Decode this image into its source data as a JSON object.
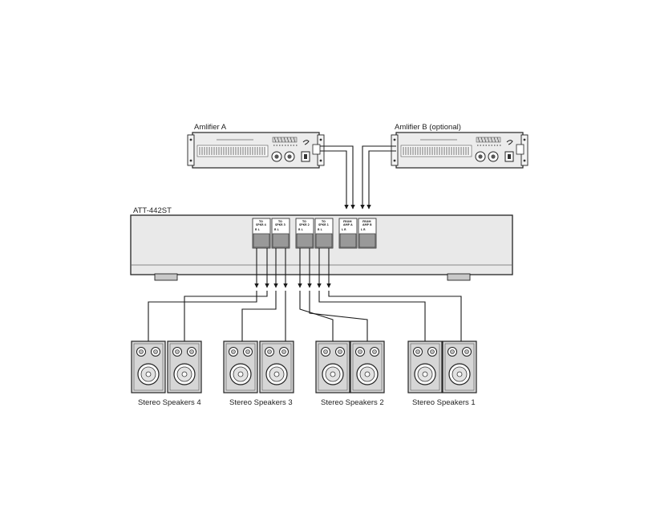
{
  "amplifiers": [
    {
      "label": "Amlifier A"
    },
    {
      "label": "Amlifier B (optional)"
    }
  ],
  "attenuator": {
    "label": "ATT-442ST",
    "terminal_groups": [
      {
        "top": "TO",
        "bottom": "SPKR 4",
        "pins": "R   L"
      },
      {
        "top": "TO",
        "bottom": "SPKR 3",
        "pins": "R   L"
      },
      {
        "top": "TO",
        "bottom": "SPKR 2",
        "pins": "R   L"
      },
      {
        "top": "TO",
        "bottom": "SPKR 1",
        "pins": "R   L"
      },
      {
        "top": "FROM",
        "bottom": "AMP A",
        "pins": "L   R"
      },
      {
        "top": "FROM",
        "bottom": "AMP B",
        "pins": "L   R"
      }
    ]
  },
  "speakers": [
    {
      "label": "Stereo Speakers 4"
    },
    {
      "label": "Stereo Speakers 3"
    },
    {
      "label": "Stereo Speakers 2"
    },
    {
      "label": "Stereo Speakers 1"
    }
  ],
  "colors": {
    "line": "#1a1a1a",
    "panel": "#e9e9e9",
    "speaker": "#d6d6d6",
    "foot": "#c8c8c8"
  }
}
